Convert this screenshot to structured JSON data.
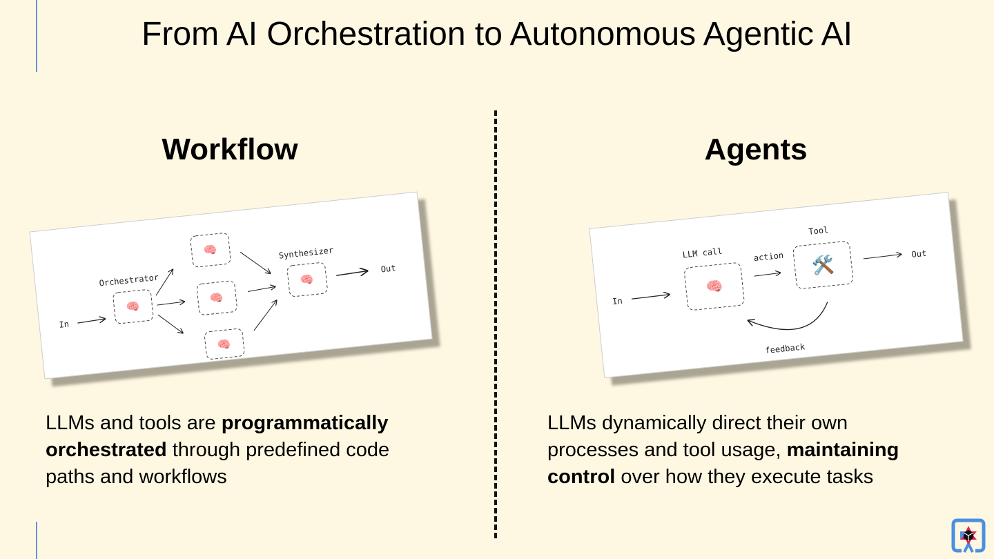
{
  "title": "From AI Orchestration to Autonomous Agentic AI",
  "left": {
    "heading": "Workflow",
    "diagram": {
      "in": "In",
      "orchestrator": "Orchestrator",
      "synthesizer": "Synthesizer",
      "out": "Out"
    },
    "desc": {
      "pre": "LLMs and tools are ",
      "bold": "programmatically orchestrated",
      "post": " through predefined code paths and workflows"
    }
  },
  "right": {
    "heading": "Agents",
    "diagram": {
      "in": "In",
      "llm": "LLM call",
      "action": "action",
      "tool": "Tool",
      "out": "Out",
      "feedback": "feedback"
    },
    "desc": {
      "pre": "LLMs dynamically direct their own processes and tool usage, ",
      "bold": "maintaining control",
      "post": " over how they execute tasks"
    }
  },
  "colors": {
    "background": "#fef8e3",
    "accent": "#6b8fd6",
    "logo": "#4a90e2"
  }
}
